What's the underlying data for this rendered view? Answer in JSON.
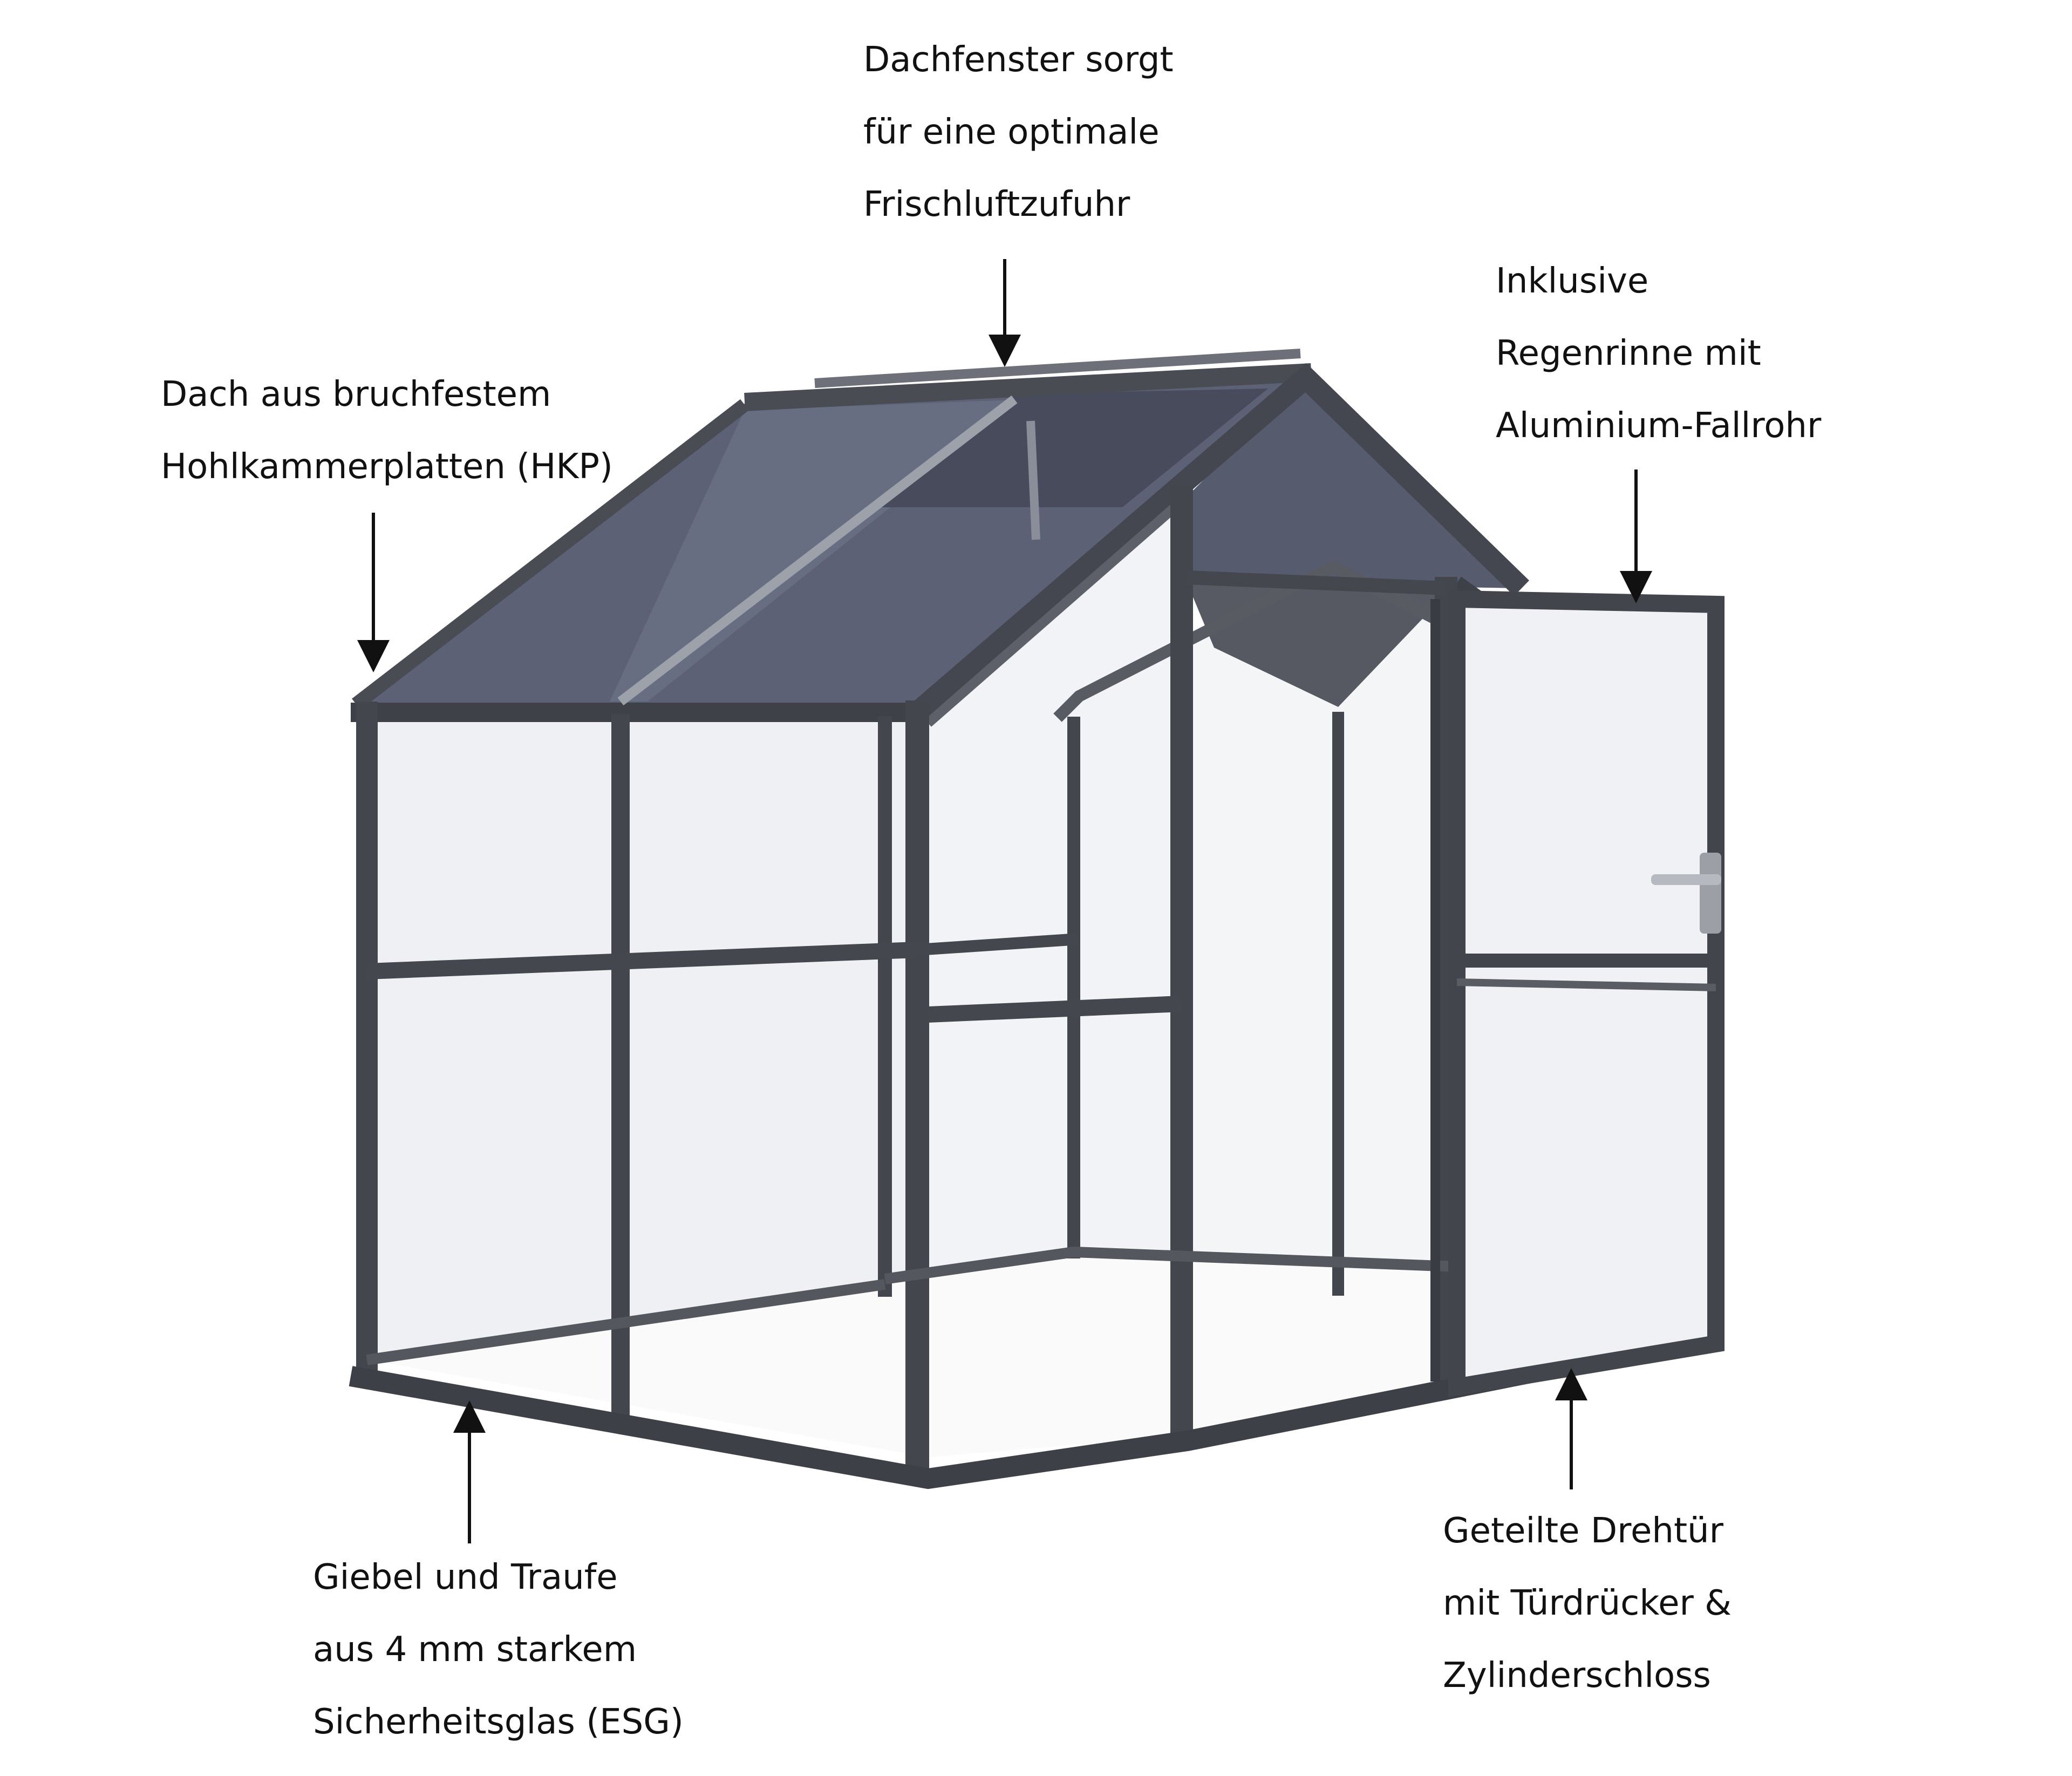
{
  "colors": {
    "frame": "#4d4f57",
    "frame_dark": "#2e3036",
    "frame_light": "#7a7d86",
    "roof_glass": "#5c6175",
    "side_glass": "#eef0f3",
    "text": "#111111",
    "arrow": "#111111"
  },
  "annotations": [
    {
      "id": "roof-window",
      "lines": [
        "Dachfenster sorgt",
        "für eine optimale",
        "Frischluftzufuhr"
      ],
      "arrow_direction": "down"
    },
    {
      "id": "gutter",
      "lines": [
        "Inklusive",
        "Regenrinne mit",
        "Aluminium-Fallrohr"
      ],
      "arrow_direction": "down"
    },
    {
      "id": "roof",
      "lines": [
        "Dach aus bruchfestem",
        "Hohlkammerplatten (HKP)"
      ],
      "arrow_direction": "down"
    },
    {
      "id": "glass",
      "lines": [
        "Giebel und Traufe",
        "aus 4 mm starkem",
        "Sicherheitsglas (ESG)"
      ],
      "arrow_direction": "up"
    },
    {
      "id": "door",
      "lines": [
        "Geteilte Drehtür",
        "mit Türdrücker &",
        "Zylinderschloss"
      ],
      "arrow_direction": "up"
    }
  ]
}
